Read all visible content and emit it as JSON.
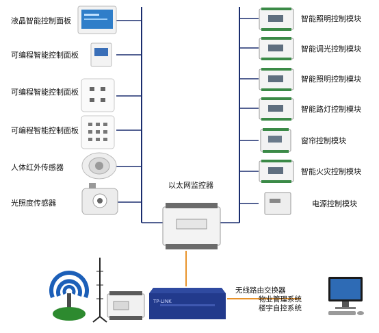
{
  "left_devices": [
    {
      "label": "液晶智能控制面板"
    },
    {
      "label": "可编程智能控制面板"
    },
    {
      "label": "可编程智能控制面板"
    },
    {
      "label": "可编程智能控制面板"
    },
    {
      "label": "人体红外传感器"
    },
    {
      "label": "光照度传感器"
    }
  ],
  "right_modules": [
    {
      "label": "智能照明控制模块"
    },
    {
      "label": "智能调光控制模块"
    },
    {
      "label": "智能照明控制模块"
    },
    {
      "label": "智能路灯控制模块"
    },
    {
      "label": "窗帘控制模块"
    },
    {
      "label": "智能火灾控制模块"
    },
    {
      "label": "电源控制模块"
    }
  ],
  "center": {
    "label": "以太网监控器"
  },
  "bottom": {
    "router_label": "无线路由交换器",
    "property_label": "物业管理系统",
    "building_label": "楼宇自控系统",
    "switch_brand": "TP-LINK"
  },
  "colors": {
    "bus_line": "#1a2d6e",
    "orange_line": "#e8922a",
    "switch_body": "#223a8c",
    "wifi_blue": "#1c5fb8"
  }
}
